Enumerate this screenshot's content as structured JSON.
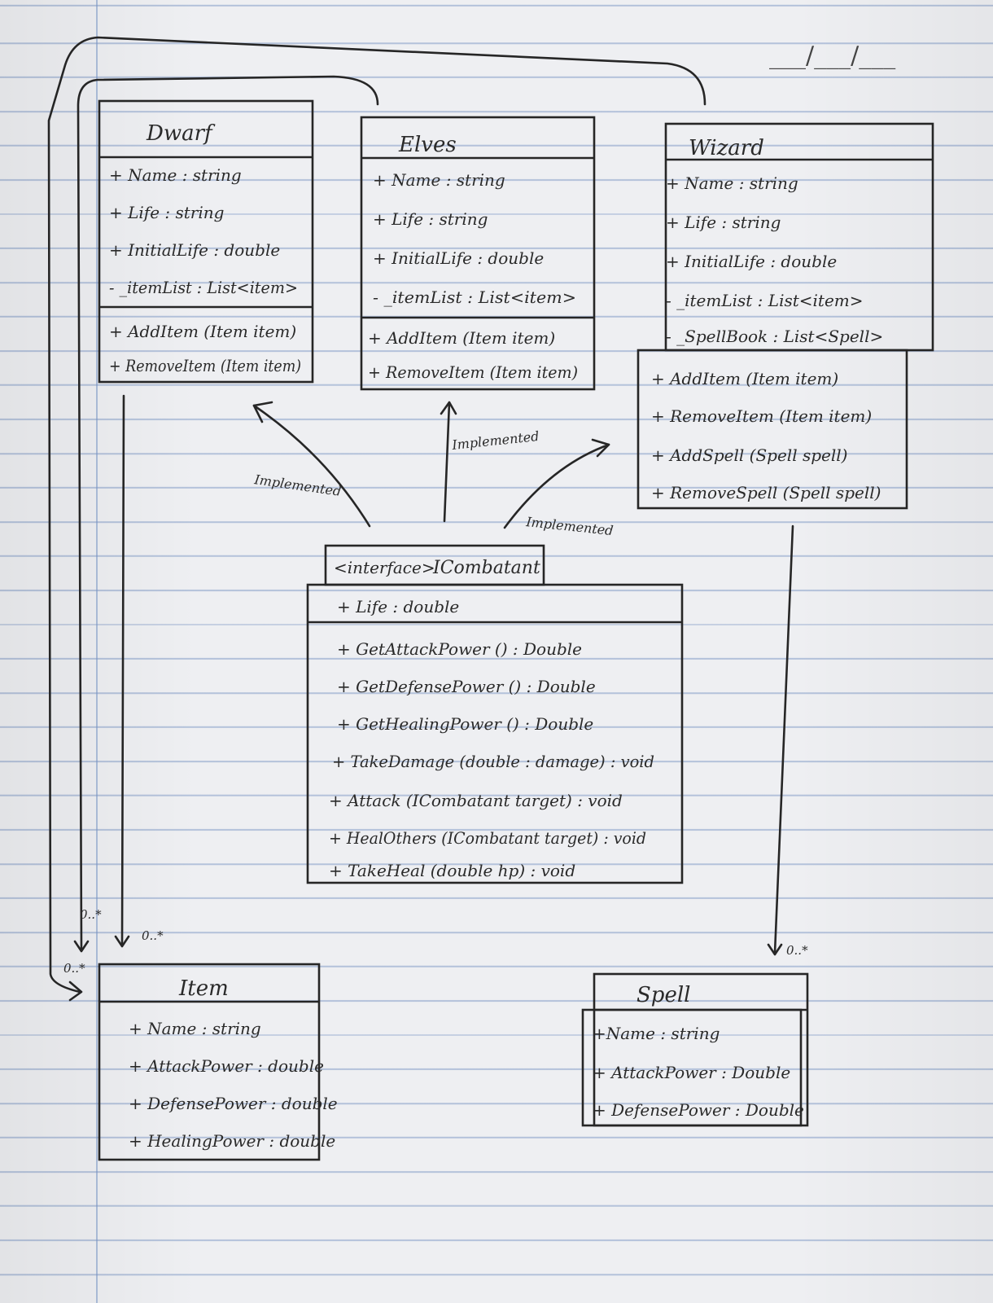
{
  "date_field": "___/___/___",
  "classes": {
    "dwarf": {
      "title": "Dwarf",
      "attributes": [
        "+ Name : string",
        "+ Life : string",
        "+ InitialLife : double",
        "- _itemList : List<item>"
      ],
      "methods": [
        "+ AddItem (Item item)",
        "+ RemoveItem (Item item)"
      ]
    },
    "elves": {
      "title": "Elves",
      "attributes": [
        "+ Name : string",
        "+ Life : string",
        "+ InitialLife : double",
        "- _itemList : List<item>"
      ],
      "methods": [
        "+ AddItem (Item item)",
        "+ RemoveItem (Item item)"
      ]
    },
    "wizard": {
      "title": "Wizard",
      "attributes": [
        "+ Name : string",
        "+ Life : string",
        "+ InitialLife : double",
        "- _itemList : List<item>",
        "- _SpellBook : List<Spell>"
      ],
      "methods": [
        "+ AddItem (Item item)",
        "+ RemoveItem (Item item)",
        "+ AddSpell (Spell spell)",
        "+ RemoveSpell (Spell spell)"
      ]
    },
    "icombatant": {
      "stereotype": "<interface>",
      "title": "ICombatant",
      "attributes": [
        "+ Life : double"
      ],
      "methods": [
        "+ GetAttackPower () : Double",
        "+ GetDefensePower () : Double",
        "+ GetHealingPower () : Double",
        "+ TakeDamage (double : damage) : void",
        "+ Attack (ICombatant target) : void",
        "+ HealOthers (ICombatant target) : void",
        "+ TakeHeal (double hp) : void"
      ]
    },
    "item": {
      "title": "Item",
      "attributes": [
        "+ Name : string",
        "+ AttackPower : double",
        "+ DefensePower : double",
        "+ HealingPower : double"
      ]
    },
    "spell": {
      "title": "Spell",
      "attributes": [
        "+Name : string",
        "+ AttackPower : Double",
        "+ DefensePower : Double"
      ]
    }
  },
  "relations": {
    "implemented_left": "Implemented",
    "implemented_mid": "Implemented",
    "implemented_right": "Implemented",
    "mult_dwarf_item": "0..*",
    "mult_elves_item": "0..*",
    "mult_wizard_item": "0..*",
    "mult_wizard_spell": "0..*"
  }
}
